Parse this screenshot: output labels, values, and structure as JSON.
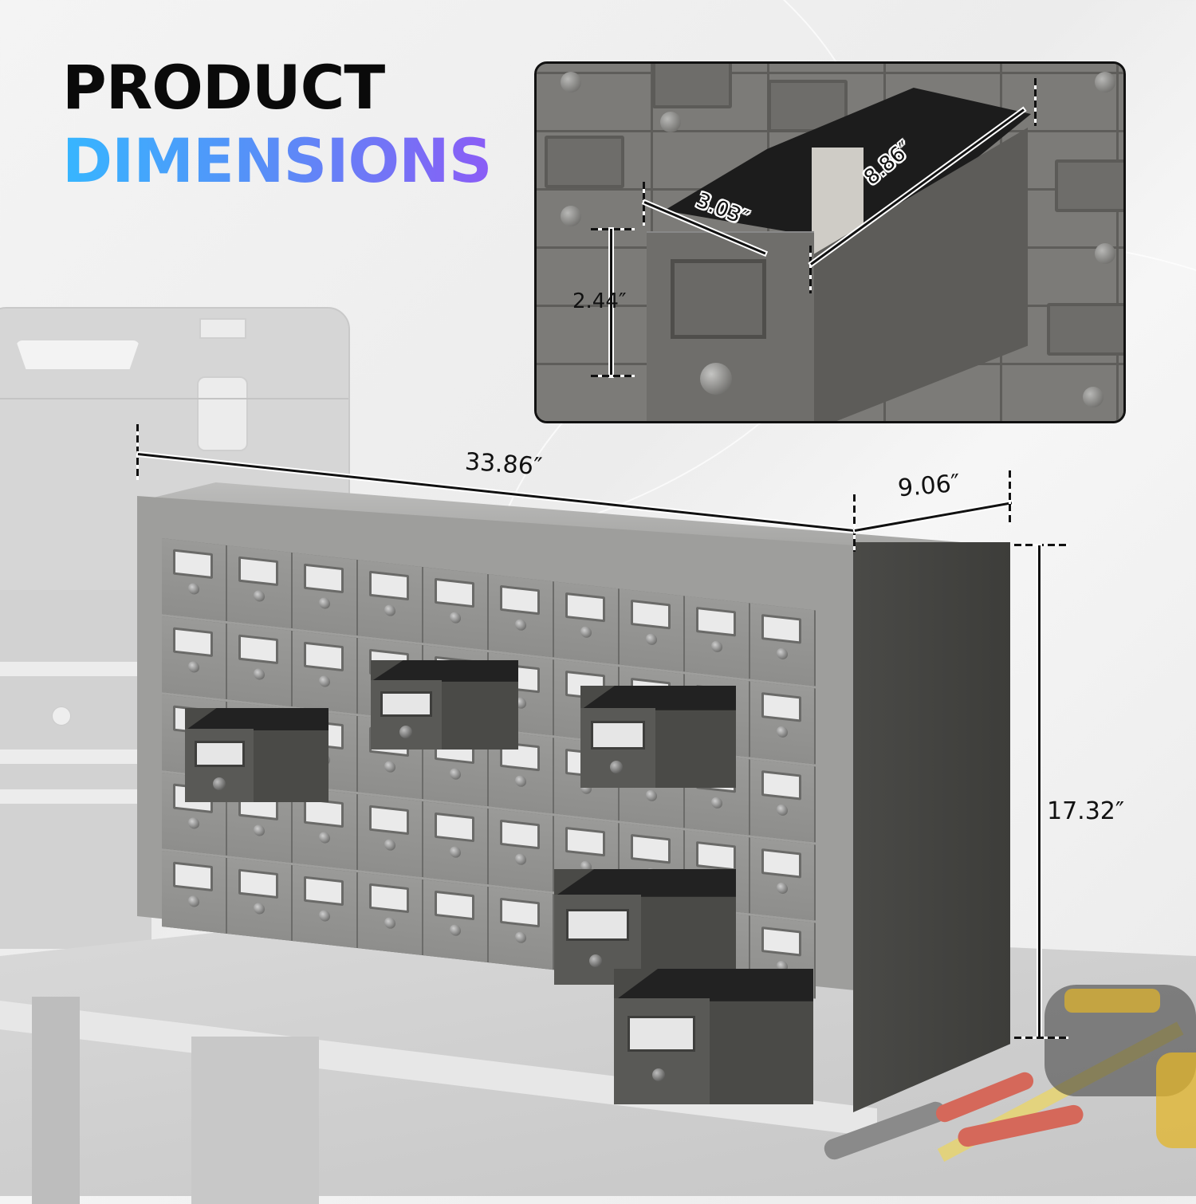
{
  "headline": {
    "line1": "PRODUCT",
    "line2": "DIMENSIONS",
    "line1_color": "#0a0a0a",
    "line2_gradient": [
      "#36b6ff",
      "#5a8cf7",
      "#8b5cf6"
    ]
  },
  "cabinet": {
    "dimensions": {
      "width": "33.86″",
      "depth": "9.06″",
      "height": "17.32″"
    },
    "rows": 5,
    "columns": 10,
    "color": "#9e9e9c"
  },
  "drawer_inset": {
    "dimensions": {
      "width": "3.03″",
      "depth": "8.86″",
      "height": "2.44″"
    }
  },
  "scene": {
    "background_objects": [
      "toolbox",
      "shelving-unit",
      "workbench",
      "tape-measure",
      "pliers",
      "measuring-tape-strip"
    ]
  }
}
